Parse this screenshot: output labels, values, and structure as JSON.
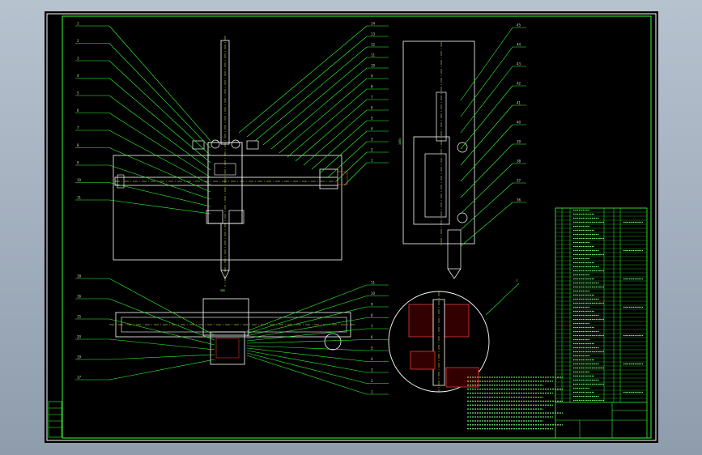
{
  "drawing": {
    "colors": {
      "background": "#000000",
      "frame": "#33ff33",
      "leader": "#33ff33",
      "part": "#ffffff",
      "hatch": "#ff4444",
      "accent_yellow": "#ffff55",
      "accent_cyan": "#55ffff"
    },
    "balloons": {
      "left_top": [
        "1",
        "2",
        "3",
        "4",
        "5",
        "6",
        "7",
        "8",
        "9",
        "10",
        "11"
      ],
      "right_top": [
        "14",
        "13",
        "12",
        "11",
        "10",
        "9",
        "8",
        "7",
        "6",
        "5",
        "4",
        "3",
        "2",
        "1"
      ],
      "bottom_left": [
        "18",
        "16",
        "15",
        "20",
        "19",
        "17"
      ],
      "bottom_right": [
        "11",
        "10",
        "9",
        "8",
        "7",
        "6",
        "5",
        "4",
        "3",
        "2",
        "1"
      ],
      "side_right": [
        "45",
        "44",
        "43",
        "42",
        "41",
        "40",
        "39",
        "38",
        "37",
        "36"
      ],
      "detail_label": "Ⅰ",
      "dims": [
        "1000",
        "580"
      ]
    }
  }
}
